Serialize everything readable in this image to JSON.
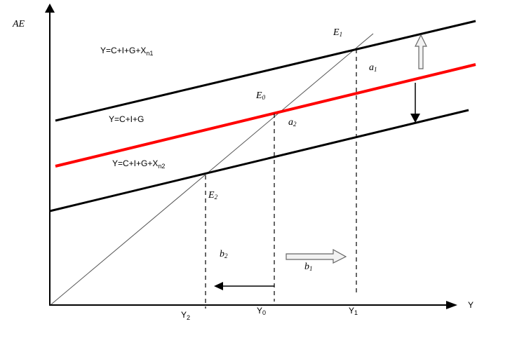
{
  "title": "Keynesian cross: net exports shifting aggregate expenditure",
  "colors": {
    "axis": "#000000",
    "base_line": "#ff0000",
    "shifted_line": "#000000",
    "guide_45": "#555555"
  },
  "axes": {
    "y_label": "AE",
    "x_label": "Y"
  },
  "lines": {
    "upper": {
      "label_main": "Y=C+I+G+X",
      "label_sub": "n1"
    },
    "base": {
      "label_main": "Y=C+I+G"
    },
    "lower": {
      "label_main": "Y=C+I+G+X",
      "label_sub": "n2"
    }
  },
  "equilibria": {
    "e0": {
      "main": "E",
      "sub": "0"
    },
    "e1": {
      "main": "E",
      "sub": "1"
    },
    "e2": {
      "main": "E",
      "sub": "2"
    }
  },
  "outputs": {
    "y0": {
      "main": "Y",
      "sub": "0"
    },
    "y1": {
      "main": "Y",
      "sub": "1"
    },
    "y2": {
      "main": "Y",
      "sub": "2"
    }
  },
  "annotations": {
    "a1": {
      "main": "a",
      "sub": "1"
    },
    "a2": {
      "main": "a",
      "sub": "2"
    },
    "b1": {
      "main": "b",
      "sub": "1"
    },
    "b2": {
      "main": "b",
      "sub": "2"
    }
  }
}
